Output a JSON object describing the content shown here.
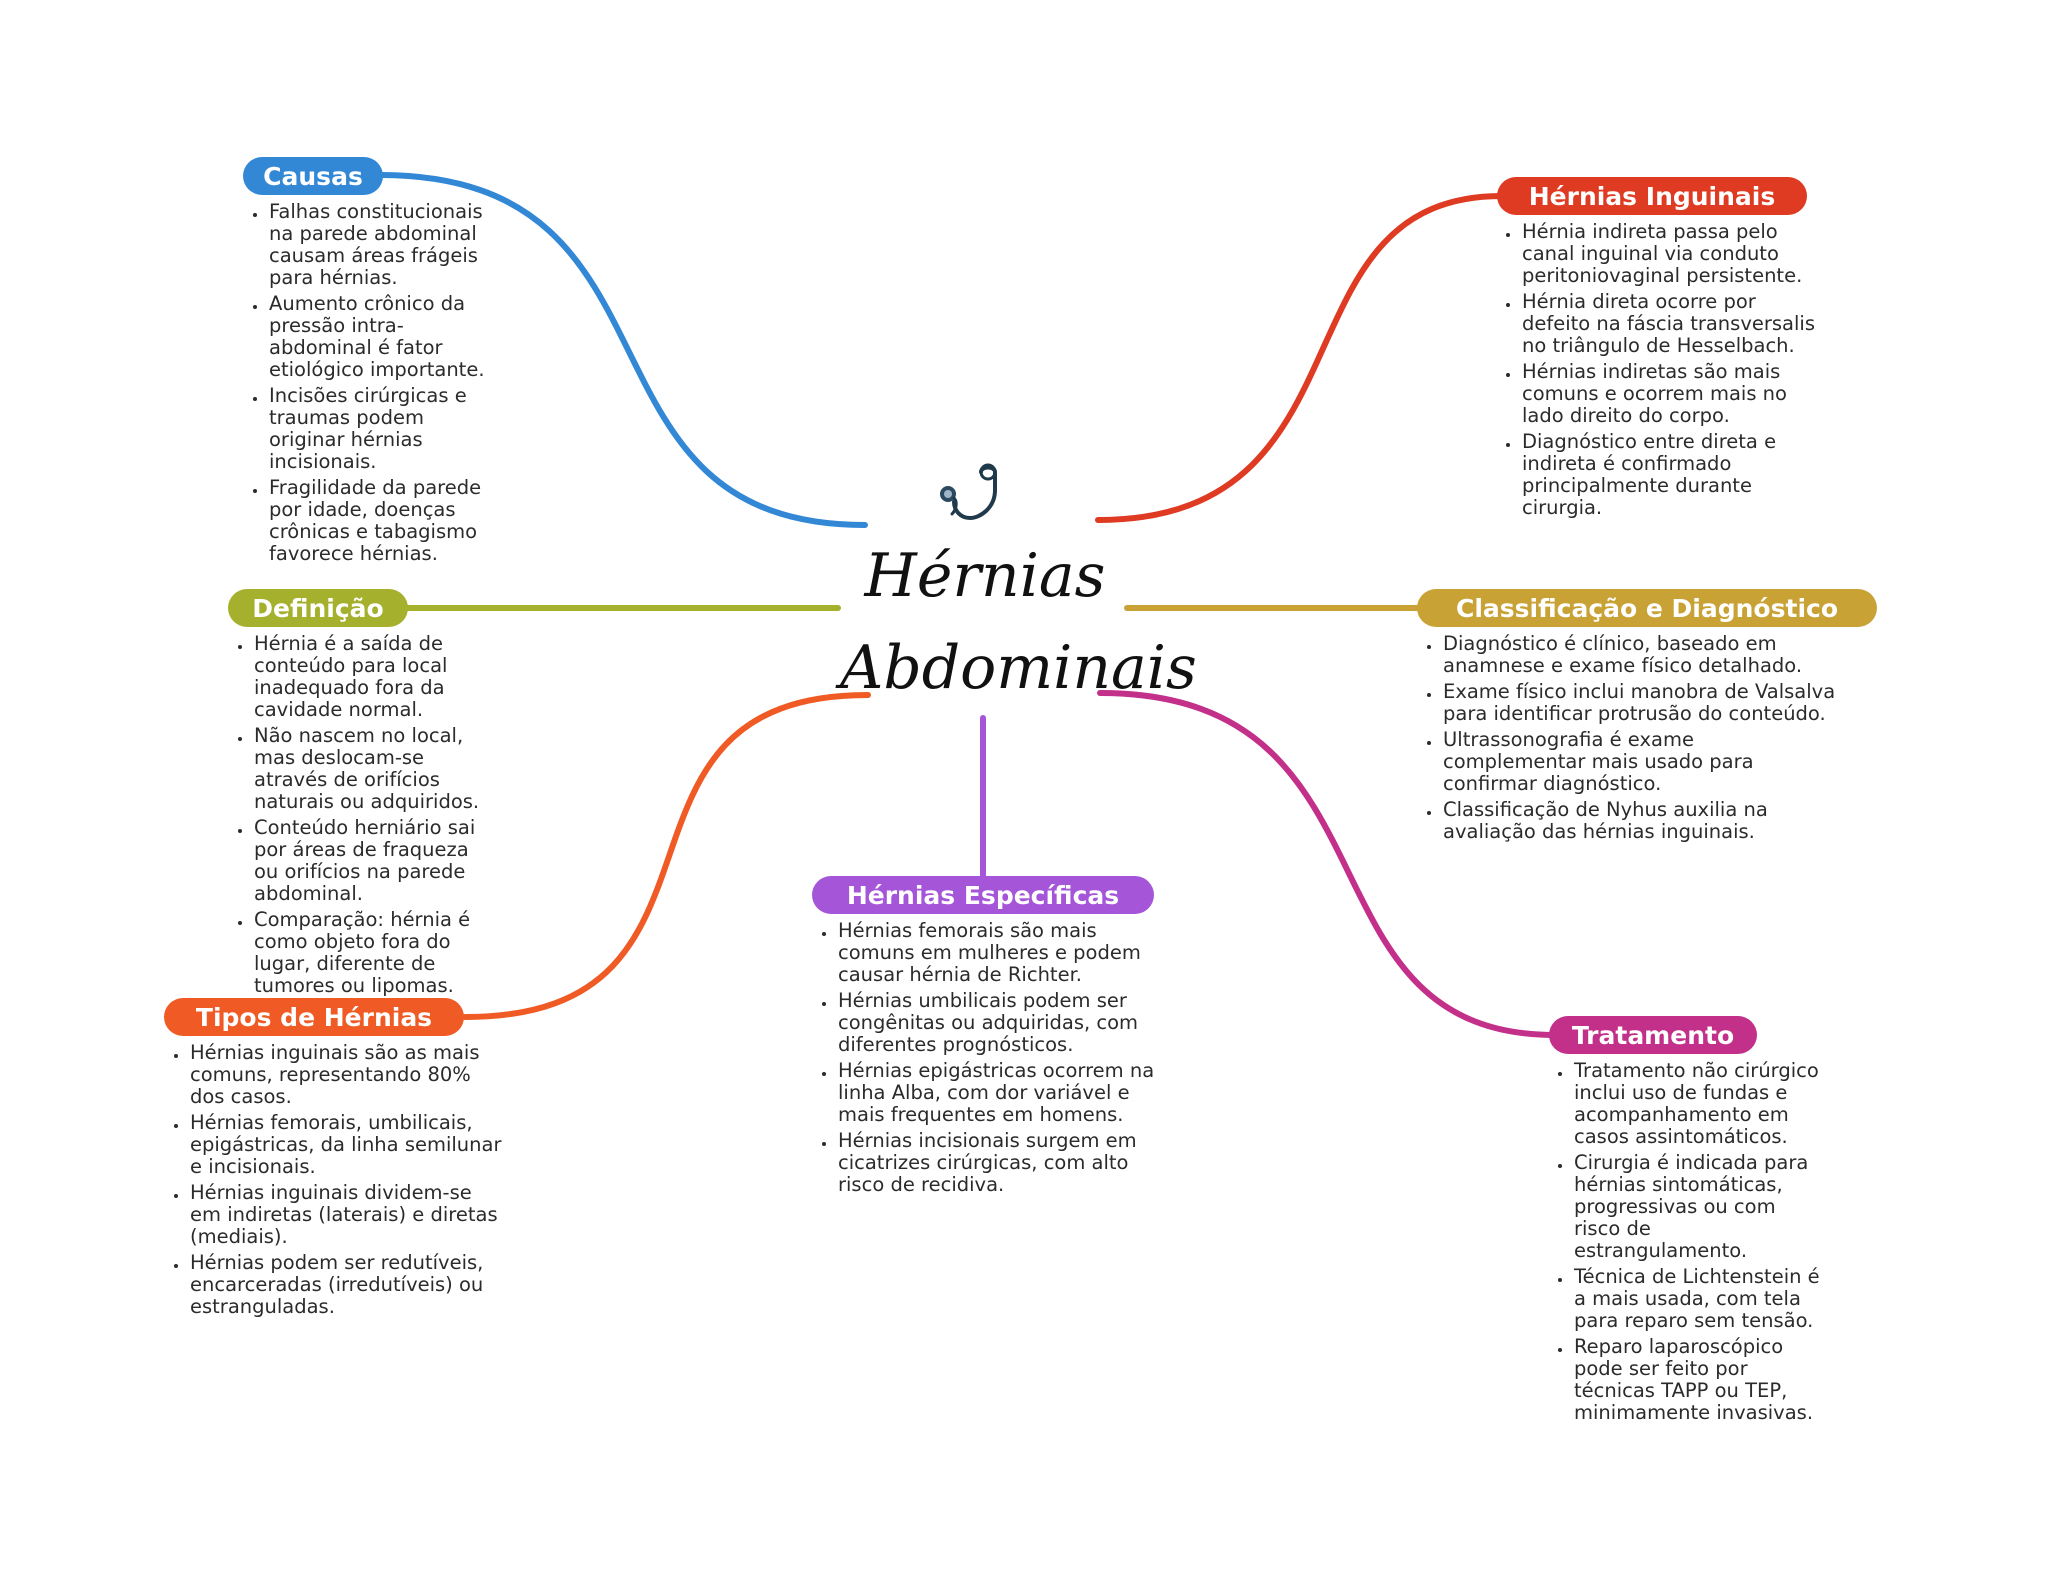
{
  "central_topic": {
    "title": "Hérnias Abdominais",
    "icon": "stethoscope-icon"
  },
  "colors": {
    "causas": "#3388d6",
    "definicao": "#a5b02c",
    "tipos": "#f05a24",
    "especificas": "#a556d8",
    "inguinais": "#df3a22",
    "classificacao": "#c9a236",
    "tratamento": "#c3308a",
    "text": "#2b2b2b"
  },
  "branches": {
    "causas": {
      "label": "Causas",
      "items": [
        "Falhas constitucionais na parede abdominal causam áreas frágeis para hérnias.",
        "Aumento crônico da pressão intra-abdominal é fator etiológico importante.",
        "Incisões cirúrgicas e traumas podem originar hérnias incisionais.",
        "Fragilidade da parede por idade, doenças crônicas e tabagismo favorece hérnias."
      ]
    },
    "definicao": {
      "label": "Definição",
      "items": [
        "Hérnia é a saída de conteúdo para local inadequado fora da cavidade normal.",
        "Não nascem no local, mas deslocam-se através de orifícios naturais ou adquiridos.",
        "Conteúdo herniário sai por áreas de fraqueza ou orifícios na parede abdominal.",
        "Comparação: hérnia é como objeto fora do lugar, diferente de tumores ou lipomas."
      ]
    },
    "tipos": {
      "label": "Tipos de Hérnias",
      "items": [
        "Hérnias inguinais são as mais comuns, representando 80% dos casos.",
        "Hérnias femorais, umbilicais, epigástricas, da linha semilunar e incisionais.",
        "Hérnias inguinais dividem-se em indiretas (laterais) e diretas (mediais).",
        "Hérnias podem ser redutíveis, encarceradas (irredutíveis) ou estranguladas."
      ]
    },
    "especificas": {
      "label": "Hérnias Específicas",
      "items": [
        "Hérnias femorais são mais comuns em mulheres e podem causar hérnia de Richter.",
        "Hérnias umbilicais podem ser congênitas ou adquiridas, com diferentes prognósticos.",
        "Hérnias epigástricas ocorrem na linha Alba, com dor variável e mais frequentes em homens.",
        "Hérnias incisionais surgem em cicatrizes cirúrgicas, com alto risco de recidiva."
      ]
    },
    "inguinais": {
      "label": "Hérnias Inguinais",
      "items": [
        "Hérnia indireta passa pelo canal inguinal via conduto peritoniovaginal persistente.",
        "Hérnia direta ocorre por defeito na fáscia transversalis no triângulo de Hesselbach.",
        "Hérnias indiretas são mais comuns e ocorrem mais no lado direito do corpo.",
        "Diagnóstico entre direta e indireta é confirmado principalmente durante cirurgia."
      ]
    },
    "classificacao": {
      "label": "Classificação e Diagnóstico",
      "items": [
        "Diagnóstico é clínico, baseado em anamnese e exame físico detalhado.",
        "Exame físico inclui manobra de Valsalva para identificar protrusão do conteúdo.",
        "Ultrassonografia é exame complementar mais usado para confirmar diagnóstico.",
        "Classificação de Nyhus auxilia na avaliação das hérnias inguinais."
      ]
    },
    "tratamento": {
      "label": "Tratamento",
      "items": [
        "Tratamento não cirúrgico inclui uso de fundas e acompanhamento em casos assintomáticos.",
        "Cirurgia é indicada para hérnias sintomáticas, progressivas ou com risco de estrangulamento.",
        "Técnica de Lichtenstein é a mais usada, com tela para reparo sem tensão.",
        "Reparo laparoscópico pode ser feito por técnicas TAPP ou TEP, minimamente invasivas."
      ]
    }
  }
}
